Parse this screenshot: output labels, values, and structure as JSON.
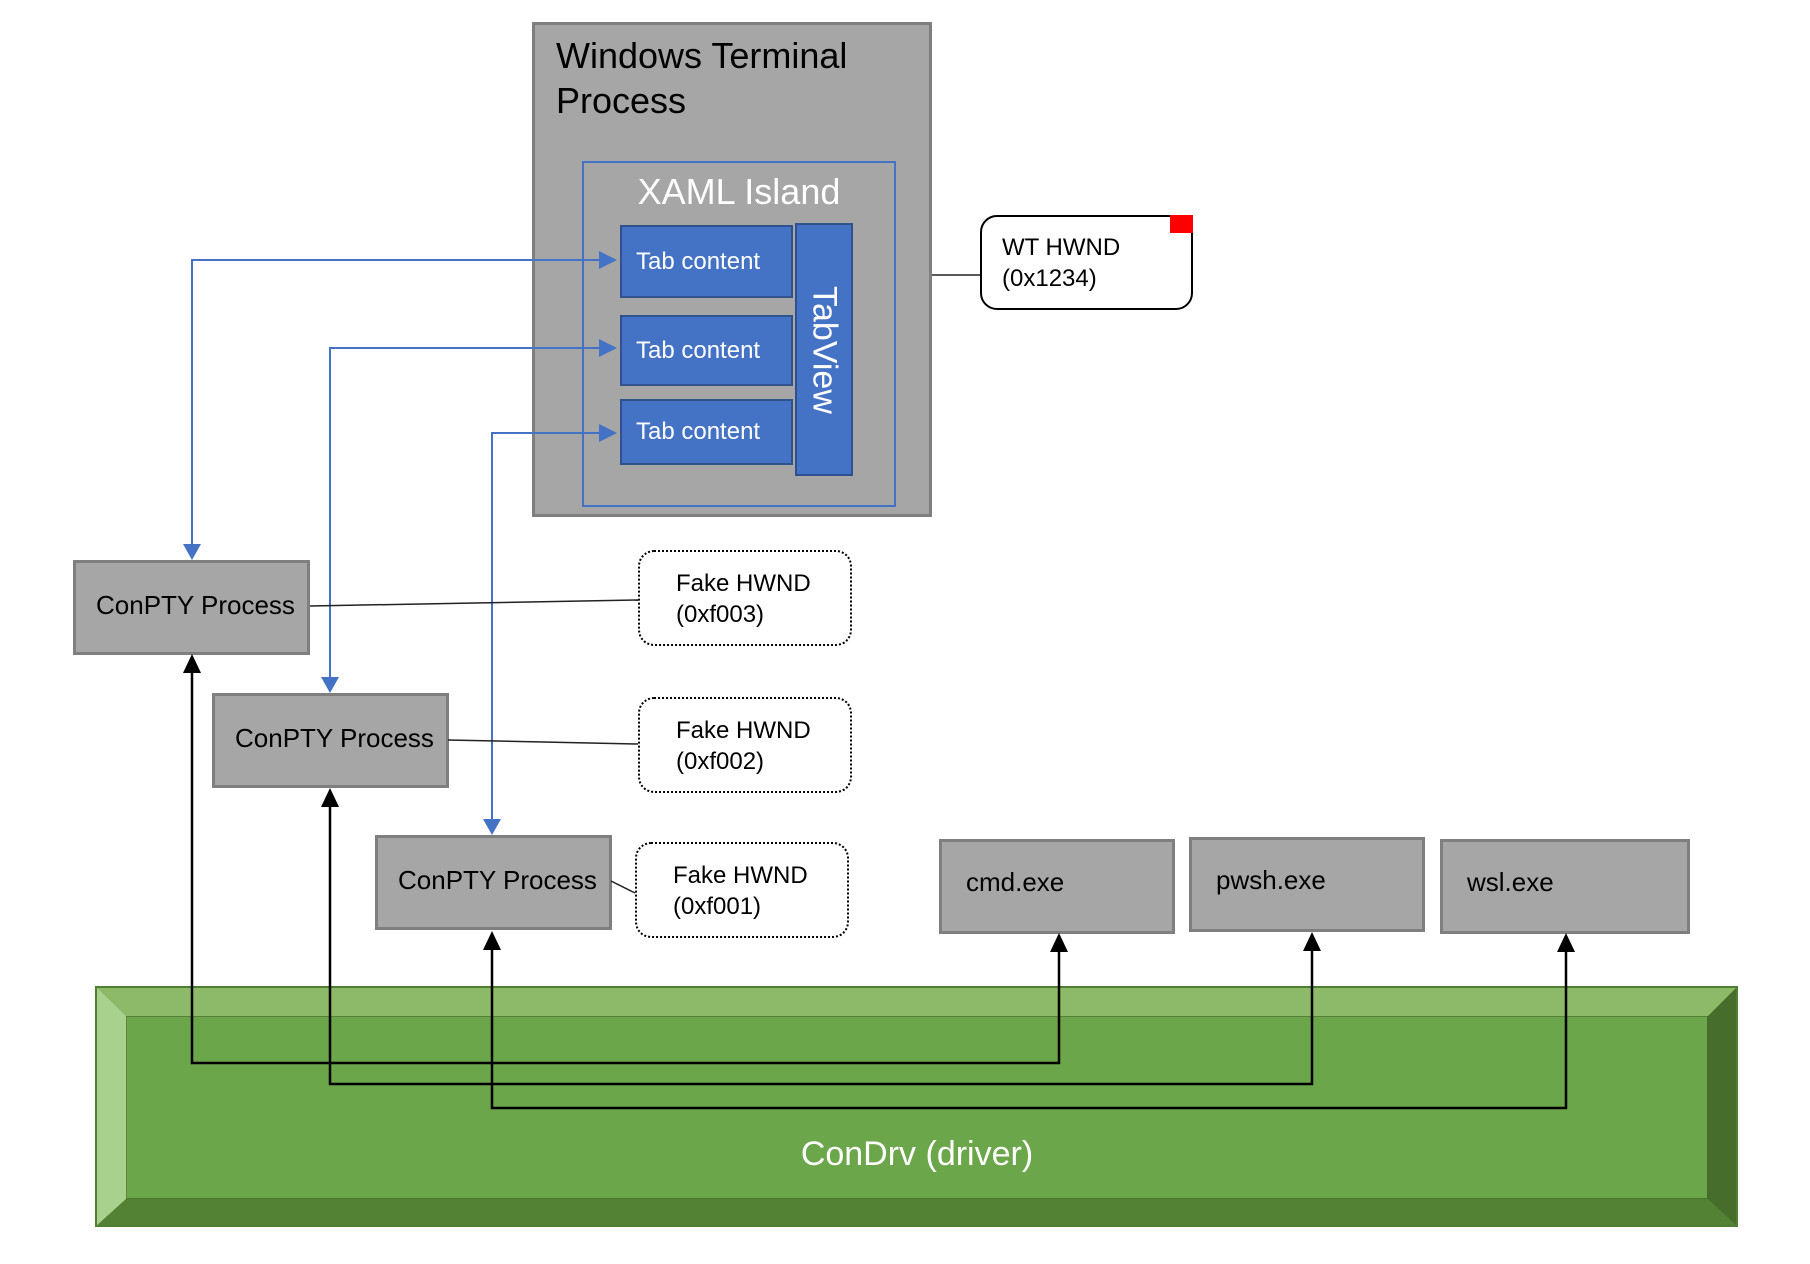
{
  "diagram": {
    "terminal": {
      "title": "Windows Terminal Process"
    },
    "xaml_island": {
      "title": "XAML Island",
      "tabs": [
        {
          "label": "Tab content"
        },
        {
          "label": "Tab content"
        },
        {
          "label": "Tab content"
        }
      ],
      "tabview_label": "TabView"
    },
    "wt_hwnd": {
      "line1": "WT HWND",
      "line2": "(0x1234)"
    },
    "conpty": [
      {
        "label": "ConPTY Process"
      },
      {
        "label": "ConPTY Process"
      },
      {
        "label": "ConPTY Process"
      }
    ],
    "fake_hwnds": [
      {
        "line1": "Fake HWND",
        "line2": "(0xf003)"
      },
      {
        "line1": "Fake HWND",
        "line2": "(0xf002)"
      },
      {
        "line1": "Fake HWND",
        "line2": "(0xf001)"
      }
    ],
    "processes": [
      {
        "label": "cmd.exe"
      },
      {
        "label": "pwsh.exe"
      },
      {
        "label": "wsl.exe"
      }
    ],
    "condrv": {
      "label": "ConDrv (driver)"
    }
  },
  "colors": {
    "blue": "#4472c4",
    "blue-dark": "#2f528f",
    "gray-fill": "#a6a6a6",
    "gray-border": "#7f7f7f",
    "green-face": "#6ca64a",
    "green-top": "#8cba68",
    "green-left": "#a9d18e",
    "green-right": "#466d2c",
    "green-bottom": "#548235",
    "green-line": "#507e32",
    "red": "#ff0000"
  }
}
